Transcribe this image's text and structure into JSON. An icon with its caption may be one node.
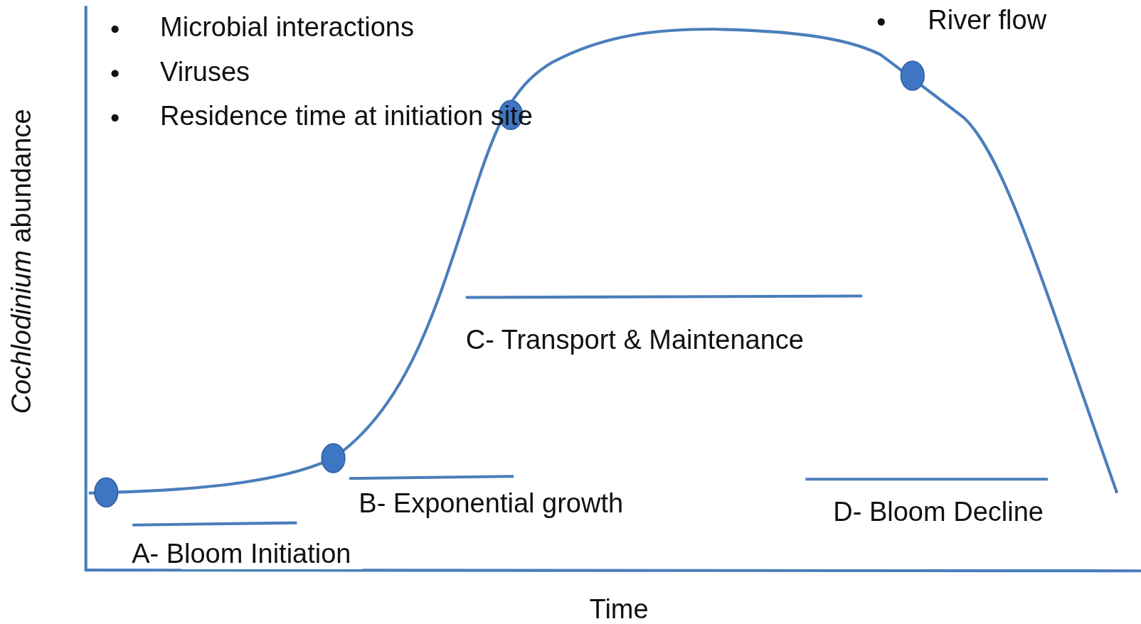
{
  "diagram": {
    "labels": [
      "Microbial interactions",
      "Viruses",
      "Residence time at initiation site",
      "River flow",
      "C- Transport & Maintenance",
      "B- Exponential growth",
      "D- Bloom Decline",
      "A- Bloom Initiation",
      "*Cochlodinium* abundance",
      "Time"
    ]
  }
}
